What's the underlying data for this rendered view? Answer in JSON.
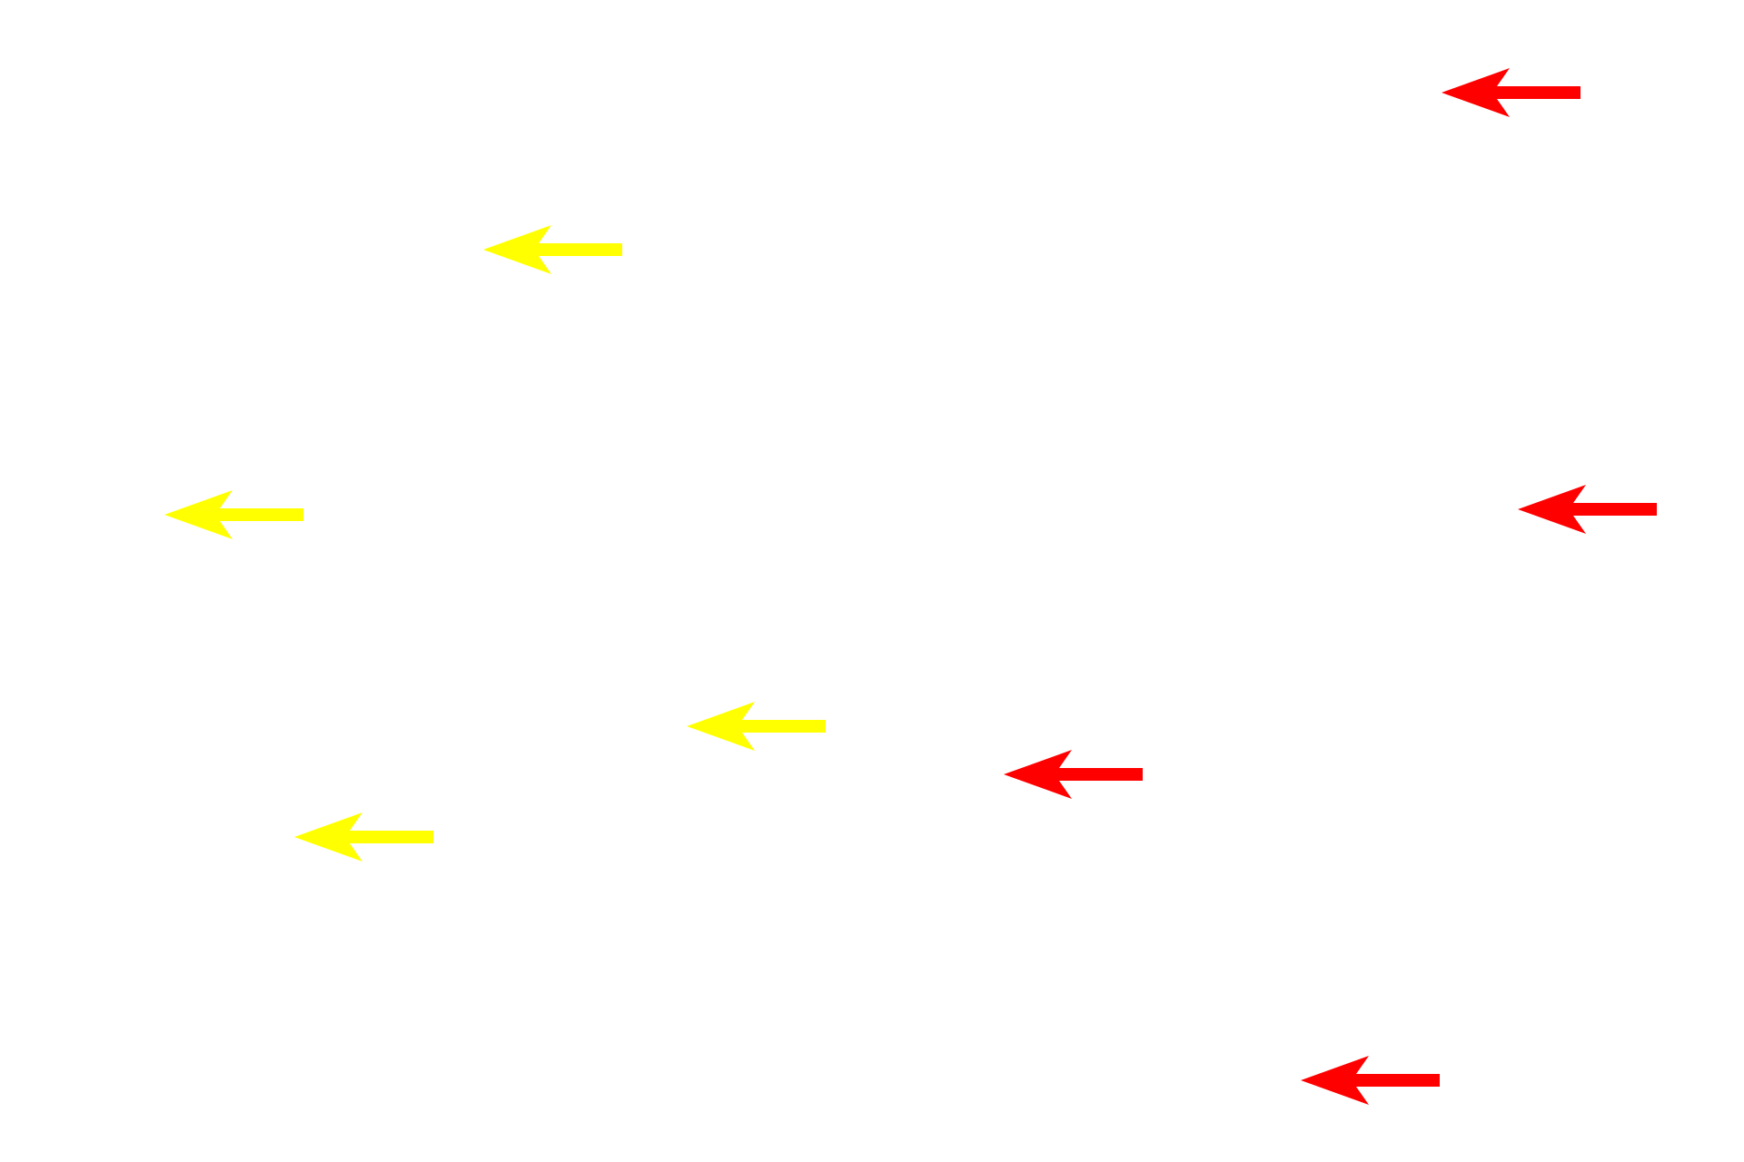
{
  "background": "#ffffff",
  "colors": {
    "yellow": "#ffff00",
    "red": "#ff0000"
  },
  "arrows": [
    {
      "name": "red-arrow-1",
      "color": "red",
      "direction": "left"
    },
    {
      "name": "yellow-arrow-1",
      "color": "yellow",
      "direction": "left"
    },
    {
      "name": "yellow-arrow-2",
      "color": "yellow",
      "direction": "left"
    },
    {
      "name": "red-arrow-2",
      "color": "red",
      "direction": "left"
    },
    {
      "name": "yellow-arrow-3",
      "color": "yellow",
      "direction": "left"
    },
    {
      "name": "red-arrow-3",
      "color": "red",
      "direction": "left"
    },
    {
      "name": "yellow-arrow-4",
      "color": "yellow",
      "direction": "left"
    },
    {
      "name": "red-arrow-4",
      "color": "red",
      "direction": "left"
    }
  ]
}
